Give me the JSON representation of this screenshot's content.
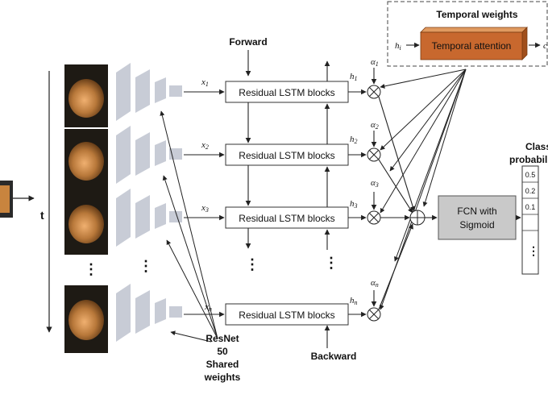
{
  "labels": {
    "temporal_weights": "Temporal weights",
    "temporal_attention": "Temporal attention",
    "h_i": "h",
    "h_i_sub": "i",
    "out_partial": "c",
    "forward": "Forward",
    "backward": "Backward",
    "t": "t",
    "lstm_block": "Residual LSTM blocks",
    "fcn_line1": "FCN  with",
    "fcn_line2": "Sigmoid",
    "class_prob_line1": "Class",
    "class_prob_line2": "probabiliti",
    "resnet_line1": "ResNet",
    "resnet_line2": "50",
    "resnet_line3": "Shared",
    "resnet_line4": "weights",
    "ellipsis": "⋮"
  },
  "rows": [
    {
      "x": "x",
      "x_sub": "1",
      "h": "h",
      "h_sub": "1",
      "alpha": "α",
      "alpha_sub": "1"
    },
    {
      "x": "x",
      "x_sub": "2",
      "h": "h",
      "h_sub": "2",
      "alpha": "α",
      "alpha_sub": "2"
    },
    {
      "x": "x",
      "x_sub": "3",
      "h": "h",
      "h_sub": "3",
      "alpha": "α",
      "alpha_sub": "3"
    },
    {
      "x": "x",
      "x_sub": "n",
      "h": "h",
      "h_sub": "n",
      "alpha": "α",
      "alpha_sub": "n"
    }
  ],
  "prob_values": [
    "0.5",
    "0.2",
    "0.1"
  ],
  "colors": {
    "attention_box": "#c8682e",
    "attention_top": "#e09a60",
    "attention_side": "#a04f1c",
    "fcn_box": "#c9c9c9",
    "cnn_layer": "#c8ccd6",
    "frame_dark": "#1e1a14",
    "fundus": "#b8783a"
  }
}
